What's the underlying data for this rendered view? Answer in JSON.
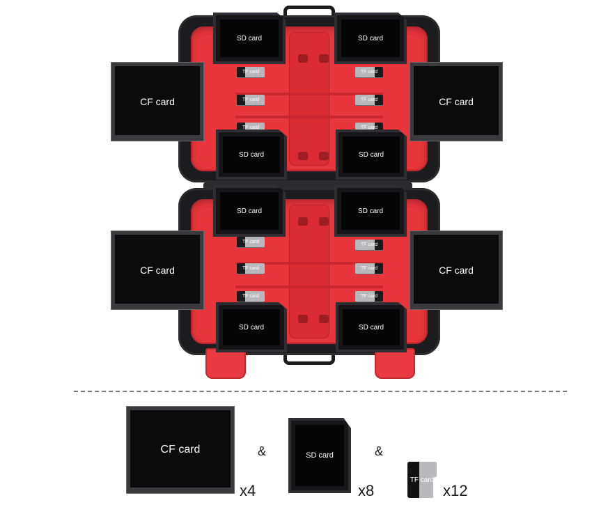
{
  "case": {
    "top_cards": {
      "cf": [
        "CF card",
        "CF card"
      ],
      "sd": [
        "SD card",
        "SD card",
        "SD card",
        "SD card"
      ],
      "tf": [
        "TF card",
        "TF card",
        "TF card",
        "TF card",
        "TF card",
        "TF card"
      ]
    },
    "bottom_cards": {
      "cf": [
        "CF card",
        "CF card"
      ],
      "sd": [
        "SD card",
        "SD card",
        "SD card",
        "SD card"
      ],
      "tf": [
        "TF card",
        "TF card",
        "TF card",
        "TF card",
        "TF card",
        "TF card"
      ]
    }
  },
  "legend": {
    "cf": {
      "label": "CF card",
      "count": "x4"
    },
    "sd": {
      "label": "SD card",
      "count": "x8"
    },
    "tf": {
      "label": "TF card",
      "count": "x12"
    },
    "separator": "&"
  },
  "colors": {
    "case_red": "#e8353c",
    "case_black": "#1c1c1e",
    "card_black": "#0b0b0b"
  }
}
